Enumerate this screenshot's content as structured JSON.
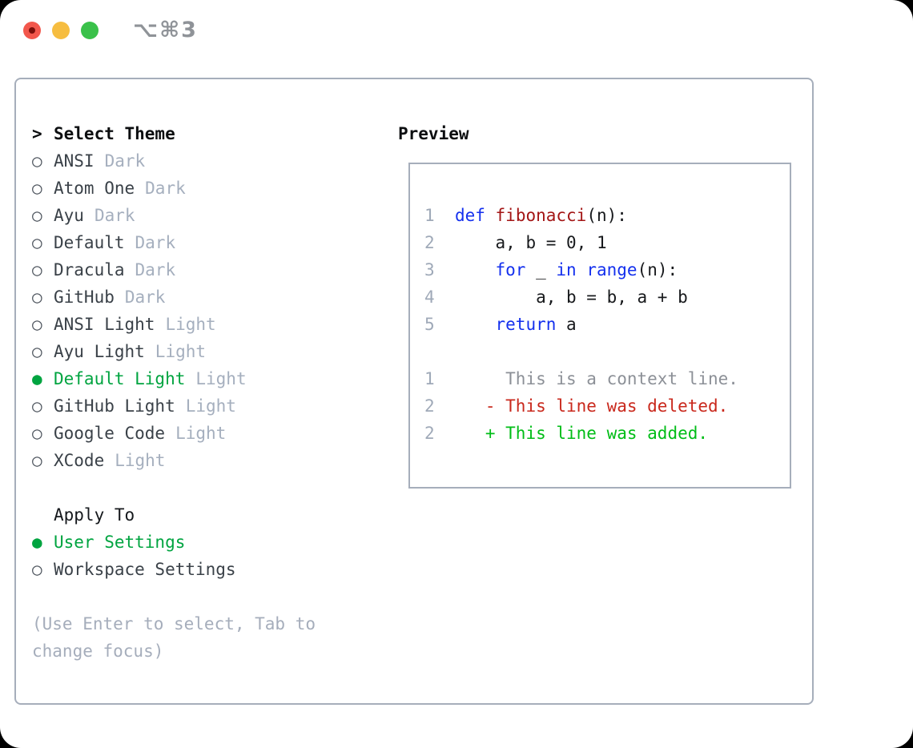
{
  "titlebar": {
    "title": "⌥⌘3"
  },
  "colors": {
    "accent_green": "#00a440",
    "diff_added_green": "#00bd17",
    "diff_deleted_red": "#c9281c",
    "keyword_blue": "#1430ee",
    "function_red": "#a31515",
    "muted_gray": "#a5afbe",
    "border_gray": "#a6aebb",
    "traffic_red": "#f2574c",
    "traffic_yellow": "#f6bd40",
    "traffic_green": "#3ac14a"
  },
  "theme_panel": {
    "header": {
      "cursor": ">",
      "label": "Select Theme"
    },
    "items": [
      {
        "marker": "○",
        "name": "ANSI",
        "tag": "Dark",
        "selected": false
      },
      {
        "marker": "○",
        "name": "Atom One",
        "tag": "Dark",
        "selected": false
      },
      {
        "marker": "○",
        "name": "Ayu",
        "tag": "Dark",
        "selected": false
      },
      {
        "marker": "○",
        "name": "Default",
        "tag": "Dark",
        "selected": false
      },
      {
        "marker": "○",
        "name": "Dracula",
        "tag": "Dark",
        "selected": false
      },
      {
        "marker": "○",
        "name": "GitHub",
        "tag": "Dark",
        "selected": false
      },
      {
        "marker": "○",
        "name": "ANSI Light",
        "tag": "Light",
        "selected": false
      },
      {
        "marker": "○",
        "name": "Ayu Light",
        "tag": "Light",
        "selected": false
      },
      {
        "marker": "●",
        "name": "Default Light",
        "tag": "Light",
        "selected": true
      },
      {
        "marker": "○",
        "name": "GitHub Light",
        "tag": "Light",
        "selected": false
      },
      {
        "marker": "○",
        "name": "Google Code",
        "tag": "Light",
        "selected": false
      },
      {
        "marker": "○",
        "name": "XCode",
        "tag": "Light",
        "selected": false
      }
    ],
    "apply_to": {
      "label": "Apply To",
      "options": [
        {
          "marker": "●",
          "name": "User Settings",
          "selected": true
        },
        {
          "marker": "○",
          "name": "Workspace Settings",
          "selected": false
        }
      ]
    },
    "hint": "(Use Enter to select, Tab to change focus)"
  },
  "preview": {
    "label": "Preview",
    "lines": [
      {
        "tokens": []
      },
      {
        "tokens": [
          {
            "c": "num",
            "t": "1  "
          },
          {
            "c": "kw",
            "t": "def"
          },
          {
            "c": "code",
            "t": " "
          },
          {
            "c": "fn",
            "t": "fibonacci"
          },
          {
            "c": "code",
            "t": "(n):"
          }
        ]
      },
      {
        "tokens": [
          {
            "c": "num",
            "t": "2  "
          },
          {
            "c": "code",
            "t": "    a, b = 0, 1"
          }
        ]
      },
      {
        "tokens": [
          {
            "c": "num",
            "t": "3  "
          },
          {
            "c": "code",
            "t": "    "
          },
          {
            "c": "kw",
            "t": "for"
          },
          {
            "c": "code",
            "t": " _ "
          },
          {
            "c": "kw",
            "t": "in"
          },
          {
            "c": "code",
            "t": " "
          },
          {
            "c": "kw",
            "t": "range"
          },
          {
            "c": "code",
            "t": "(n):"
          }
        ]
      },
      {
        "tokens": [
          {
            "c": "num",
            "t": "4  "
          },
          {
            "c": "code",
            "t": "        a, b = b, a + b"
          }
        ]
      },
      {
        "tokens": [
          {
            "c": "num",
            "t": "5  "
          },
          {
            "c": "code",
            "t": "    "
          },
          {
            "c": "kw",
            "t": "return"
          },
          {
            "c": "code",
            "t": " a"
          }
        ]
      },
      {
        "tokens": []
      },
      {
        "tokens": [
          {
            "c": "num",
            "t": "1  "
          },
          {
            "c": "ctx",
            "t": "     This is a context line."
          }
        ]
      },
      {
        "tokens": [
          {
            "c": "num",
            "t": "2  "
          },
          {
            "c": "del",
            "t": "   - This line was deleted."
          }
        ]
      },
      {
        "tokens": [
          {
            "c": "num",
            "t": "2  "
          },
          {
            "c": "add",
            "t": "   + This line was added."
          }
        ]
      }
    ]
  }
}
